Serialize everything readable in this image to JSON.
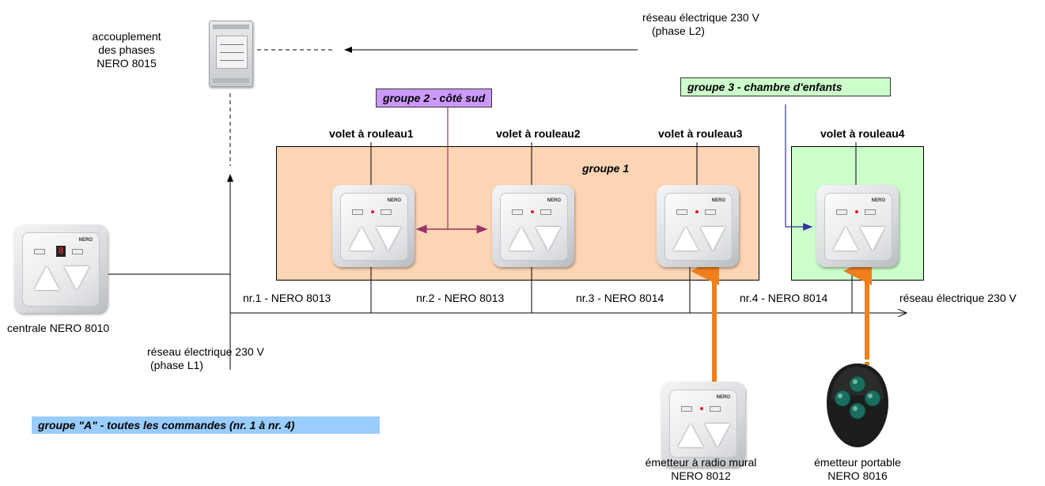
{
  "labels": {
    "coupler": [
      "accouplement",
      "des phases",
      "NERO 8015"
    ],
    "grid_l2": [
      "réseau électrique 230 V",
      "(phase L2)"
    ],
    "grid_l1": [
      "réseau électrique 230 V",
      "(phase L1)"
    ],
    "grid_right": "réseau électrique 230 V",
    "central": "centrale NERO 8010",
    "wall_tx": [
      "émetteur à radio mural",
      "NERO 8012"
    ],
    "portable_tx": [
      "émetteur portable",
      "NERO 8016"
    ]
  },
  "groups": {
    "group1": "groupe 1",
    "group2": "groupe 2 - côté sud",
    "group3": "groupe 3 - chambre d'enfants",
    "groupA": "groupe  \"A\" - toutes les commandes (nr. 1  à nr. 4)"
  },
  "shutters": [
    {
      "title": "volet à rouleau1",
      "unit": "nr.1 - NERO 8013"
    },
    {
      "title": "volet à rouleau2",
      "unit": "nr.2 - NERO 8013"
    },
    {
      "title": "volet à rouleau3",
      "unit": "nr.3 - NERO 8014"
    },
    {
      "title": "volet à rouleau4",
      "unit": "nr.4 - NERO 8014"
    }
  ],
  "device_brand": "NERO",
  "central_display": "8",
  "colors": {
    "group1_fill": "#fcd5b4",
    "group3_fill": "#ccffcc",
    "group2_tag": "#cc99ff",
    "groupA_tag": "#99ccff",
    "group2_arrow": "#993366",
    "group3_arrow": "#333399",
    "radio_arrow": "#f07f1e"
  }
}
